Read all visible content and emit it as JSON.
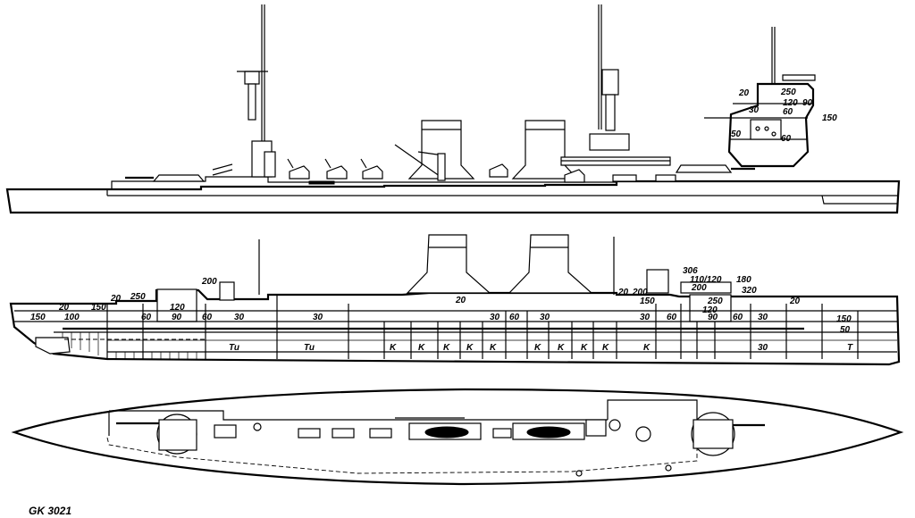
{
  "drawing_code": "GK 3021",
  "section_labels": [
    {
      "id": "s20",
      "text": "20"
    },
    {
      "id": "s250",
      "text": "250"
    },
    {
      "id": "s120",
      "text": "120"
    },
    {
      "id": "s90",
      "text": "90"
    },
    {
      "id": "s60a",
      "text": "60"
    },
    {
      "id": "s30",
      "text": "30"
    },
    {
      "id": "s150",
      "text": "150"
    },
    {
      "id": "s50",
      "text": "50"
    },
    {
      "id": "s60b",
      "text": "60"
    }
  ],
  "profile_labels": [
    {
      "id": "p150a",
      "text": "150"
    },
    {
      "id": "p20a",
      "text": "20"
    },
    {
      "id": "p100",
      "text": "100"
    },
    {
      "id": "p150b",
      "text": "150"
    },
    {
      "id": "p20b",
      "text": "20"
    },
    {
      "id": "p250",
      "text": "250"
    },
    {
      "id": "p200a",
      "text": "200"
    },
    {
      "id": "p120a",
      "text": "120"
    },
    {
      "id": "p60a",
      "text": "60"
    },
    {
      "id": "p90a",
      "text": "90"
    },
    {
      "id": "p60b",
      "text": "60"
    },
    {
      "id": "p30a",
      "text": "30"
    },
    {
      "id": "p30b",
      "text": "30"
    },
    {
      "id": "p20c",
      "text": "20"
    },
    {
      "id": "p30c",
      "text": "30"
    },
    {
      "id": "p60c",
      "text": "60"
    },
    {
      "id": "p30d",
      "text": "30"
    },
    {
      "id": "p20d",
      "text": "20"
    },
    {
      "id": "p200b",
      "text": "200"
    },
    {
      "id": "p306",
      "text": "306"
    },
    {
      "id": "p110",
      "text": "110/120"
    },
    {
      "id": "p180",
      "text": "180"
    },
    {
      "id": "p200c",
      "text": "200"
    },
    {
      "id": "p320",
      "text": "320"
    },
    {
      "id": "p150c",
      "text": "150"
    },
    {
      "id": "p30e",
      "text": "30"
    },
    {
      "id": "p250b",
      "text": "250"
    },
    {
      "id": "p120b",
      "text": "120"
    },
    {
      "id": "p60d",
      "text": "60"
    },
    {
      "id": "p90b",
      "text": "90"
    },
    {
      "id": "p60e",
      "text": "60"
    },
    {
      "id": "p30f",
      "text": "30"
    },
    {
      "id": "p20e",
      "text": "20"
    },
    {
      "id": "p150d",
      "text": "150"
    },
    {
      "id": "p50",
      "text": "50"
    },
    {
      "id": "p30g",
      "text": "30"
    }
  ],
  "compartment_labels": [
    "Tu",
    "Tu",
    "K",
    "K",
    "K",
    "K",
    "K",
    "K",
    "K",
    "K",
    "K",
    "K",
    "T"
  ]
}
